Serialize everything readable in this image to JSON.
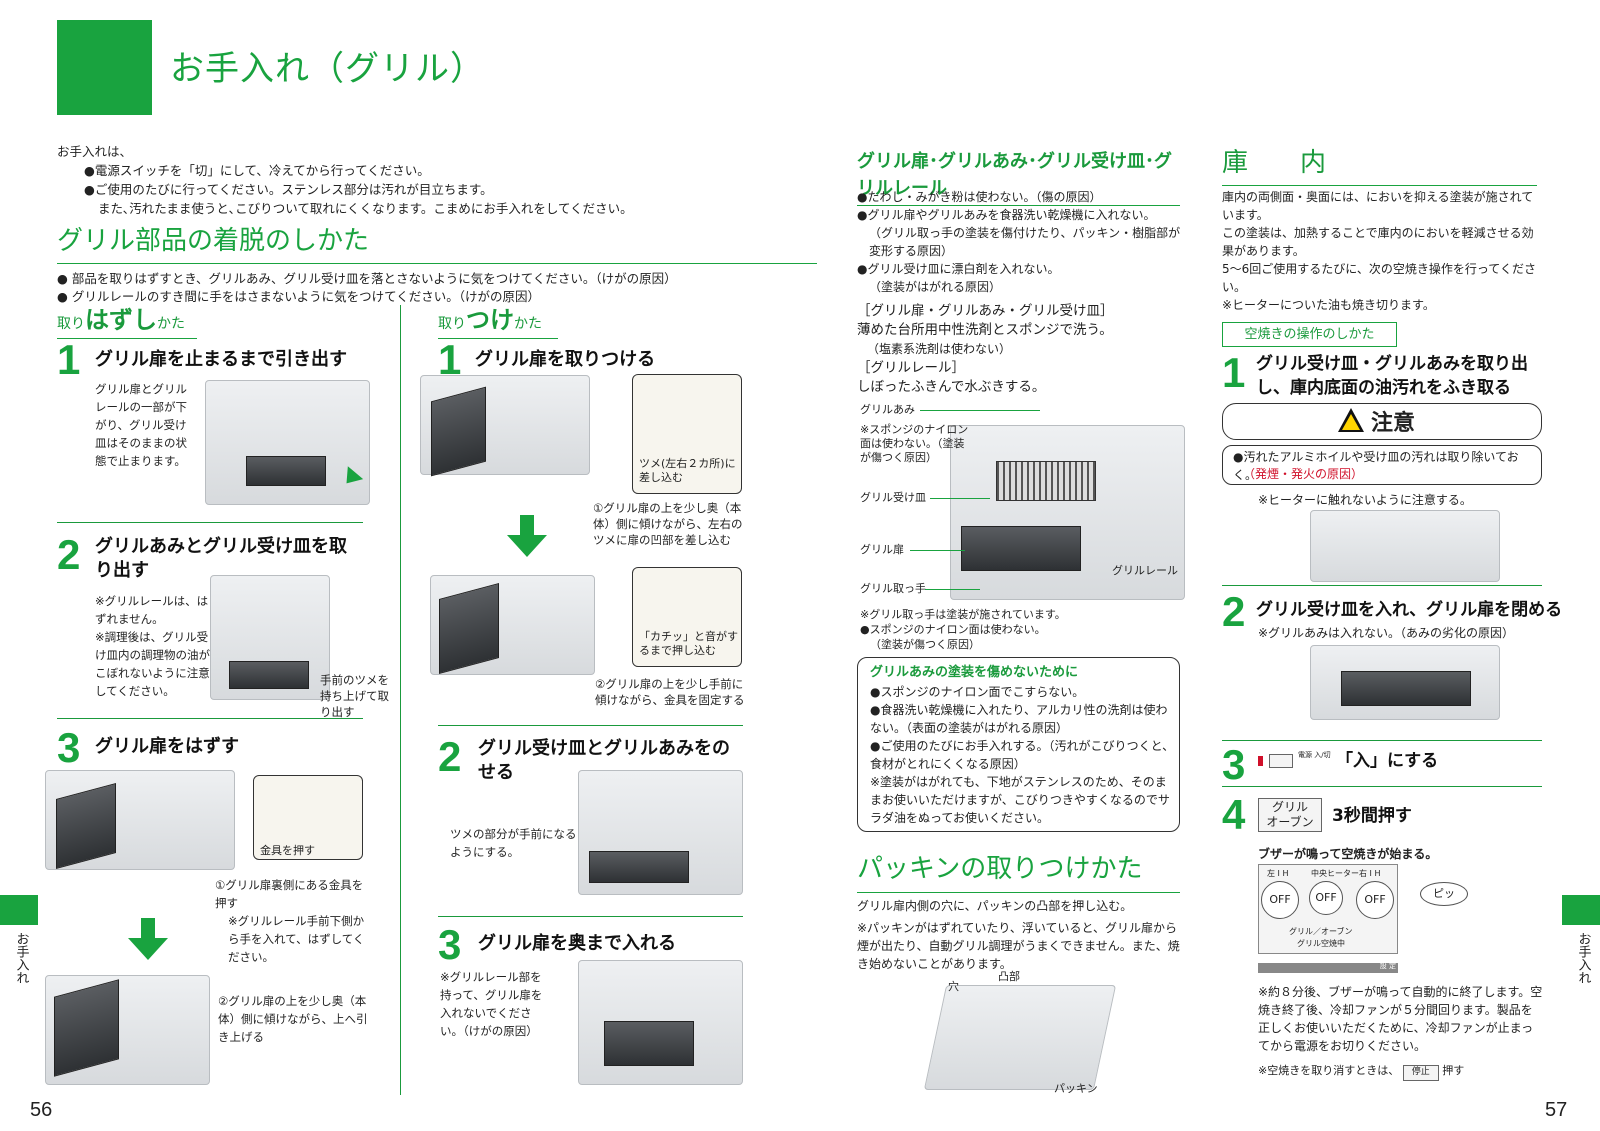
{
  "header": {
    "title": "お手入れ（グリル）"
  },
  "intro": {
    "lead": "お手入れは、",
    "items": [
      "●電源スイッチを「切」にして、冷えてから行ってください。",
      "●ご使用のたびに行ってください。ステンレス部分は汚れが目立ちます。",
      "また､汚れたまま使うと､こびりついて取れにくくなります。こまめにお手入れをしてください。"
    ]
  },
  "section1": {
    "title": "グリル部品の着脱のしかた",
    "bullets": [
      "● 部品を取りはずすとき、グリルあみ、グリル受け皿を落とさないように気をつけてください。（けがの原因）",
      "● グリルレールのすき間に手をはさまないように気をつけてください。（けがの原因）"
    ],
    "remove": {
      "heading_pre": "取り",
      "heading_main": "はずし",
      "heading_post": "かた",
      "steps": [
        {
          "num": "1",
          "text": "グリル扉を止まるまで引き出す",
          "note": "グリル扉とグリルレールの一部が下がり、グリル受け皿はそのままの状態で止まります。"
        },
        {
          "num": "2",
          "text": "グリルあみとグリル受け皿を取り出す",
          "note1": "※グリルレールは、はずれません。",
          "note2": "※調理後は、グリル受け皿内の調理物の油がこぼれないように注意してください。",
          "callout": "手前のツメを持ち上げて取り出す"
        },
        {
          "num": "3",
          "text": "グリル扉をはずす",
          "inset_label": "金具を押す",
          "sub1": "①グリル扉裏側にある金具を押す",
          "sub1_note": "※グリルレール手前下側から手を入れて、はずしてください。",
          "sub2": "②グリル扉の上を少し奥（本体）側に傾けながら、上へ引き上げる"
        }
      ]
    },
    "attach": {
      "heading_pre": "取り",
      "heading_main": "つけ",
      "heading_post": "かた",
      "steps": [
        {
          "num": "1",
          "text": "グリル扉を取りつける",
          "inset1_label": "ツメ(左右２カ所)に差し込む",
          "sub1": "①グリル扉の上を少し奥（本体）側に傾けながら、左右のツメに扉の凹部を差し込む",
          "inset2_label": "「カチッ」と音がするまで押し込む",
          "sub2": "②グリル扉の上を少し手前に傾けながら、金具を固定する"
        },
        {
          "num": "2",
          "text": "グリル受け皿とグリルあみをのせる",
          "note": "ツメの部分が手前になるようにする。"
        },
        {
          "num": "3",
          "text": "グリル扉を奥まで入れる",
          "note": "※グリルレール部を持って、グリル扉を入れないでください。（けがの原因）"
        }
      ]
    }
  },
  "section2": {
    "title": "グリル扉･グリルあみ･グリル受け皿･グリルレール",
    "bullets": [
      "●たわし・みがき粉は使わない。（傷の原因）",
      "●グリル扉やグリルあみを食器洗い乾燥機に入れない。",
      "（グリル取っ手の塗装を傷付けたり、パッキン・樹脂部が変形する原因）",
      "●グリル受け皿に漂白剤を入れない。",
      "（塗装がはがれる原因）"
    ],
    "wash1_head": "［グリル扉・グリルあみ・グリル受け皿］",
    "wash1": "薄めた台所用中性洗剤とスポンジで洗う。",
    "wash1_note": "（塩素系洗剤は使わない）",
    "wash2_head": "［グリルレール］",
    "wash2": "しぼったふきんで水ぶきする。",
    "labels": {
      "ami": "グリルあみ",
      "ami_note": "※スポンジのナイロン面は使わない。（塗装が傷つく原因）",
      "ukezara": "グリル受け皿",
      "tobira": "グリル扉",
      "rail": "グリルレール",
      "totte": "グリル取っ手"
    },
    "notes": [
      "※グリル取っ手は塗装が施されています。",
      "●スポンジのナイロン面は使わない。",
      "（塗装が傷つく原因）"
    ],
    "box": {
      "title": "グリルあみの塗装を傷めないために",
      "items": [
        "●スポンジのナイロン面でこすらない。",
        "●食器洗い乾燥機に入れたり、アルカリ性の洗剤は使わない。（表面の塗装がはがれる原因）",
        "●ご使用のたびにお手入れする。（汚れがこびりつくと、食材がとれにくくなる原因）",
        "※塗装がはがれても、下地がステンレスのため、そのままお使いいただけますが、こびりつきやすくなるのでサラダ油をぬってお使いください。"
      ]
    }
  },
  "section3": {
    "title": "パッキンの取りつけかた",
    "text": "グリル扉内側の穴に、パッキンの凸部を押し込む。",
    "note": "※パッキンがはずれていたり、浮いていると、グリル扉から煙が出たり、自動グリル調理がうまくできません。また、焼き始めないことがあります。",
    "labels": {
      "ana": "穴",
      "totsu": "凸部",
      "packing": "パッキン"
    }
  },
  "section4": {
    "title": "庫　　内",
    "text": [
      "庫内の両側面・奥面には、においを抑える塗装が施されています。",
      "この塗装は、加熱することで庫内のにおいを軽減させる効果があります。",
      "5〜6回ご使用するたびに、次の空焼き操作を行ってください。",
      "※ヒーターについた油も焼き切ります。"
    ],
    "subhead": "空焼きの操作のしかた",
    "steps": [
      {
        "num": "1",
        "text": "グリル受け皿・グリルあみを取り出し、庫内底面の油汚れをふき取る"
      },
      {
        "num": "2",
        "text": "グリル受け皿を入れ、グリル扉を閉める",
        "note": "※グリルあみは入れない。（あみの劣化の原因）"
      },
      {
        "num": "3",
        "text": "「入」にする",
        "btn": "電源 入/切"
      },
      {
        "num": "4",
        "text": "3秒間押す",
        "btn1": "グリル",
        "btn2": "オーブン"
      }
    ],
    "caution": {
      "title": "注意",
      "text": "●汚れたアルミホイルや受け皿の汚れは取り除いておく。",
      "reason": "（発煙・発火の原因）"
    },
    "heater_note": "※ヒーターに触れないように注意する。",
    "buzzer": "ブザーが鳴って空焼きが始まる。",
    "panel": {
      "col1": "左 I H",
      "col2": "中央ヒーター",
      "col3": "右 I H",
      "off": "OFF",
      "grill_label": "グリル／オーブン",
      "grill_status": "グリル空焼中",
      "setting": "設 定"
    },
    "beep": "ピッ",
    "end_note": "※約８分後、ブザーが鳴って自動的に終了します。空焼き終了後、冷却ファンが５分間回ります。製品を正しくお使いいただくために、冷却ファンが止まってから電源をお切りください。",
    "cancel_pre": "※空焼きを取り消すときは、",
    "cancel_btn": "停止",
    "cancel_post": "押す"
  },
  "sidetab": {
    "label": "お手入れ"
  },
  "pages": {
    "left": "56",
    "right": "57"
  },
  "colors": {
    "accent": "#19a33f",
    "warn": "#d0102a"
  }
}
